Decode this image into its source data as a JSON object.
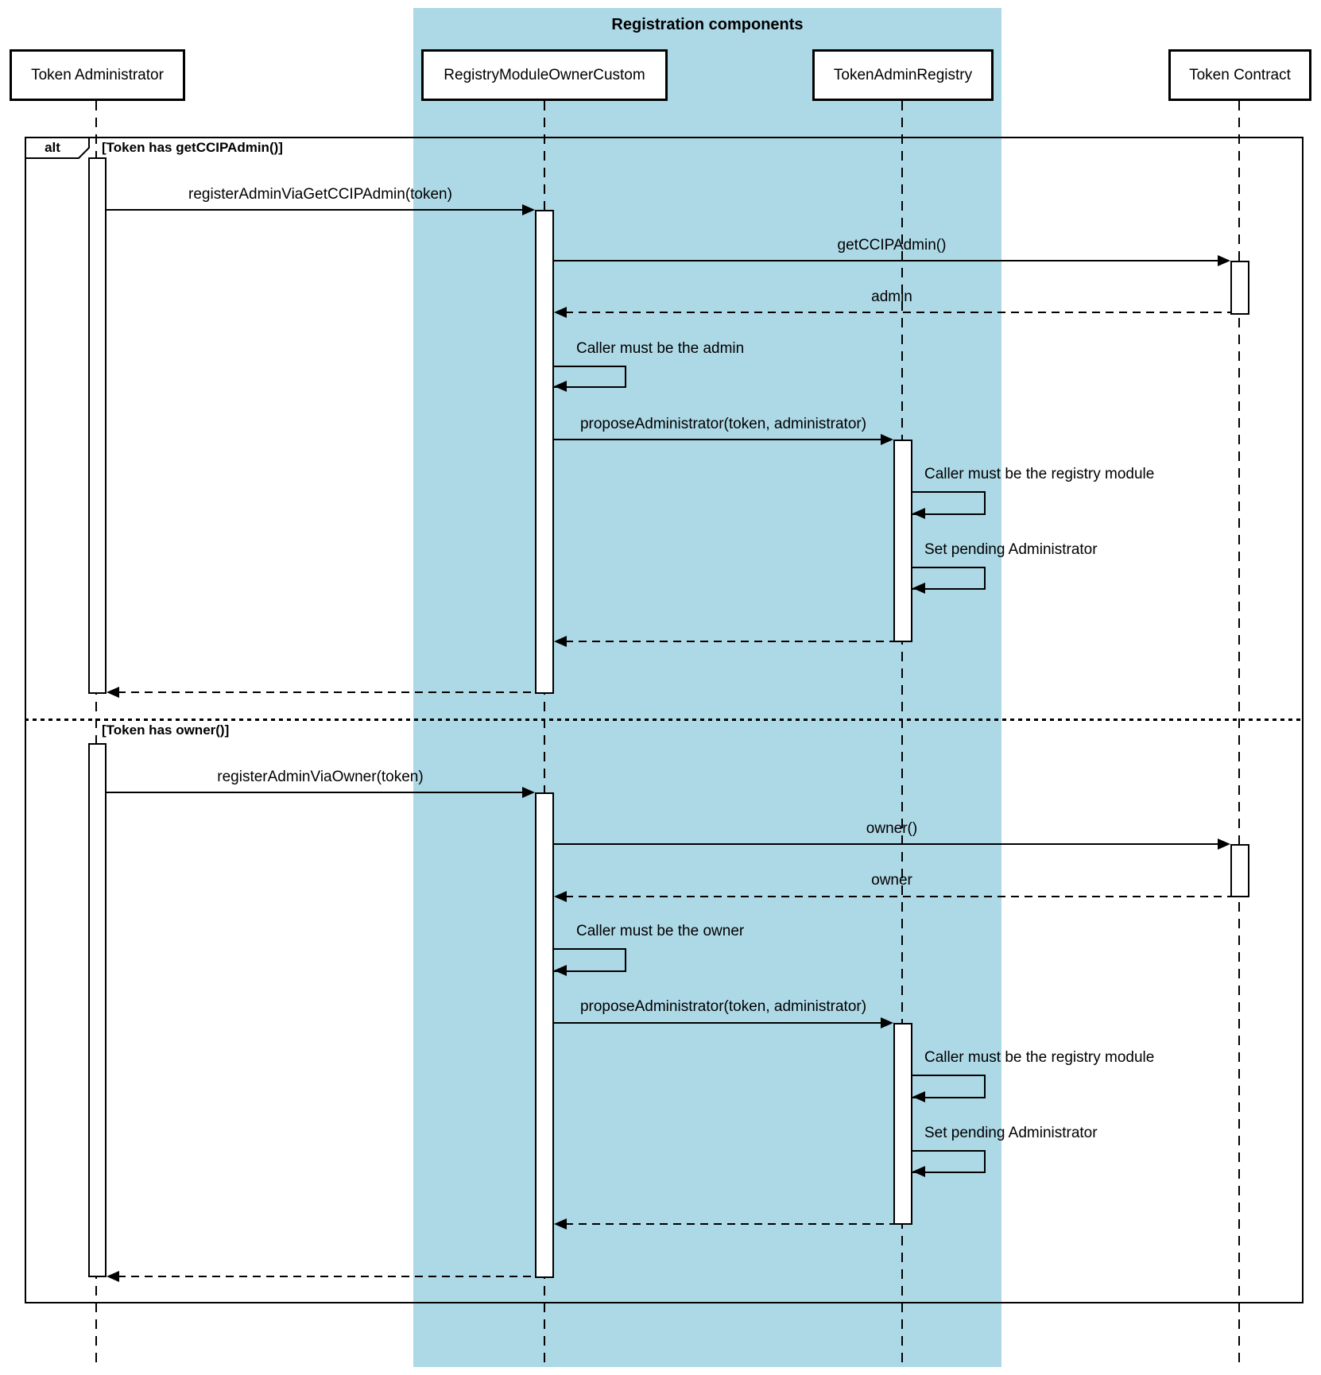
{
  "region": {
    "title": "Registration components"
  },
  "participants": [
    {
      "name": "Token Administrator"
    },
    {
      "name": "RegistryModuleOwnerCustom"
    },
    {
      "name": "TokenAdminRegistry"
    },
    {
      "name": "Token Contract"
    }
  ],
  "frame": {
    "operator": "alt"
  },
  "sections": [
    {
      "condition": "[Token has getCCIPAdmin()]",
      "messages": [
        "registerAdminViaGetCCIPAdmin(token)",
        "getCCIPAdmin()",
        "admin",
        "Caller must be the admin",
        "proposeAdministrator(token, administrator)",
        "Caller must be the registry module",
        "Set pending Administrator"
      ]
    },
    {
      "condition": "[Token has owner()]",
      "messages": [
        "registerAdminViaOwner(token)",
        "owner()",
        "owner",
        "Caller must be the owner",
        "proposeAdministrator(token, administrator)",
        "Caller must be the registry module",
        "Set pending Administrator"
      ]
    }
  ],
  "colors": {
    "region_fill": "#ADD8E6",
    "line": "#000000",
    "participant_fill": "#FFFFFF"
  }
}
